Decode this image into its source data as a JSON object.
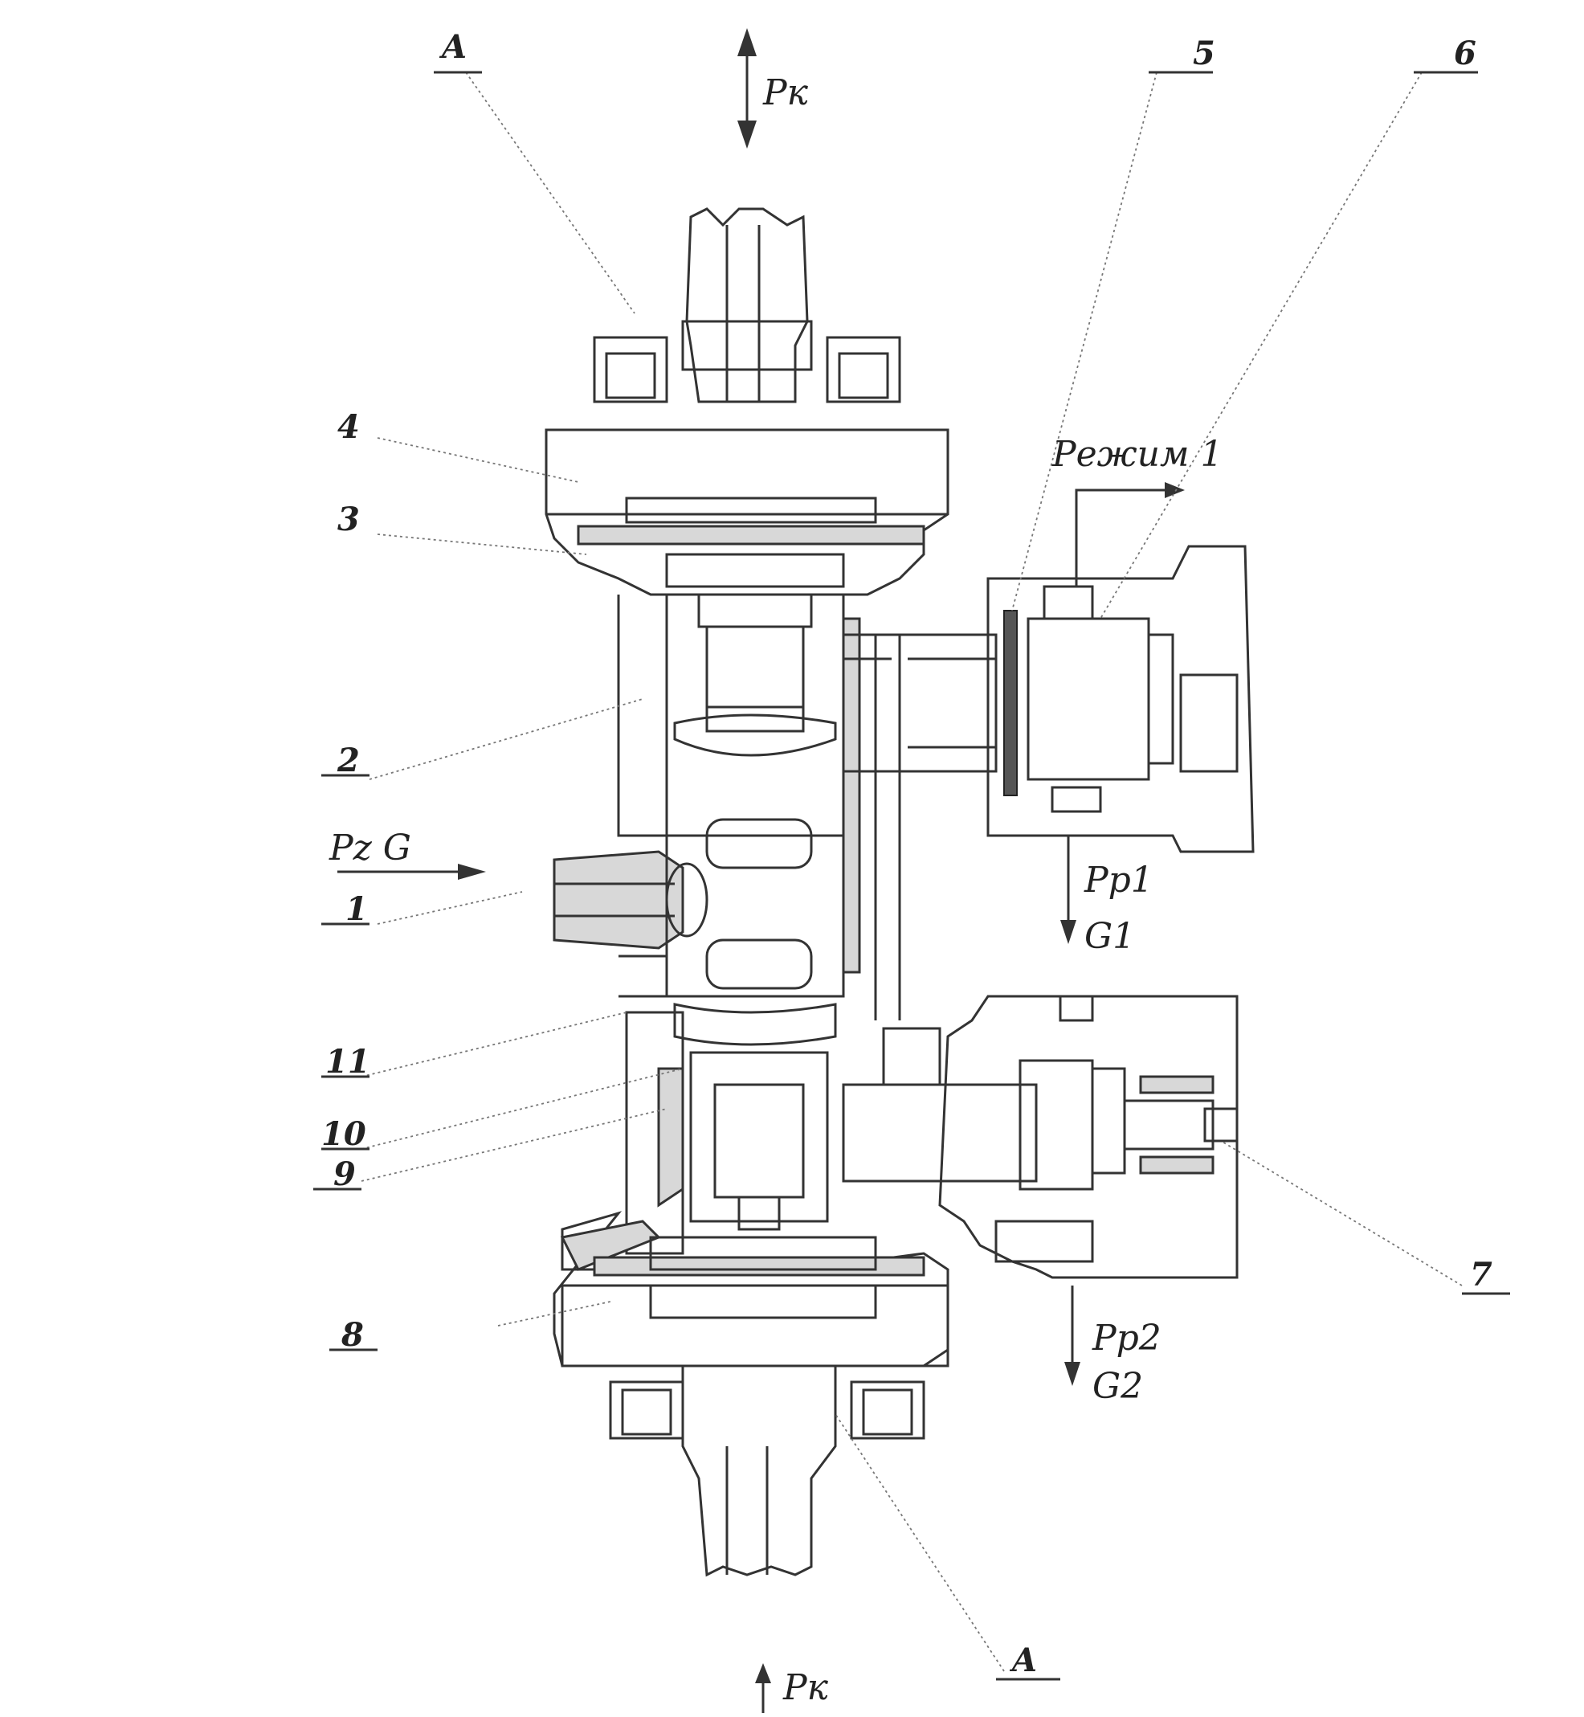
{
  "labels": {
    "a_top": "A",
    "a_bottom": "A",
    "n1": "1",
    "n2": "2",
    "n3": "3",
    "n4": "4",
    "n5": "5",
    "n6": "6",
    "n7": "7",
    "n8": "8",
    "n9": "9",
    "n10": "10",
    "n11": "11"
  },
  "flows": {
    "pk_top": "Pк",
    "pk_bottom": "Pк",
    "inlet": "Pz G",
    "outlet1_p": "Pp1",
    "outlet1_g": "G1",
    "outlet2_p": "Pp2",
    "outlet2_g": "G2",
    "mode": "Режим 1"
  }
}
